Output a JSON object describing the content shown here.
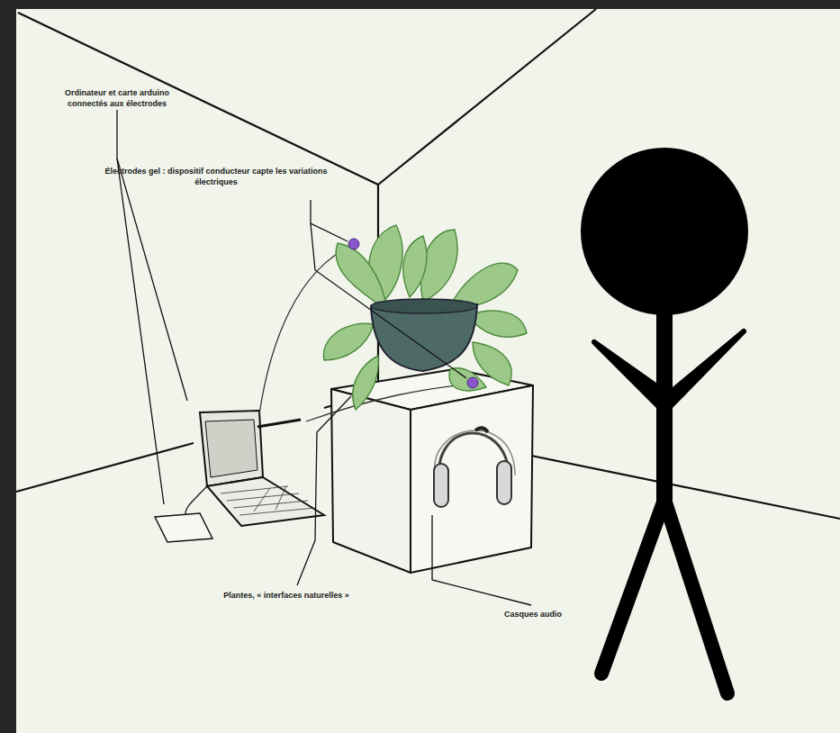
{
  "diagram": {
    "labels": [
      "Électrodes gel : dispositif conducteur capte les variations électriques",
      "Ordinateur et carte arduino connectés aux électrodes",
      "Plantes, « interfaces naturelles »",
      "Casques audio"
    ]
  }
}
